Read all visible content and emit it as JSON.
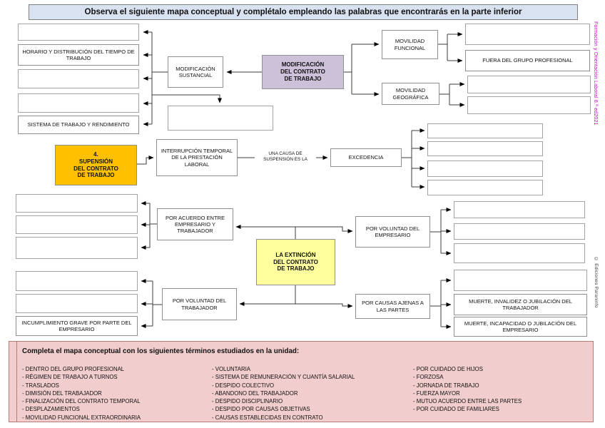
{
  "title": "Observa el siguiente mapa conceptual y complétalo empleando las palabras que encontrarás en la parte inferior",
  "nodes": {
    "horario": "HORARIO Y DISTRIBUCIÓN DEL TIEMPO DE TRABAJO",
    "sistema": "SISTEMA DE TRABAJO Y RENDIMIENTO",
    "mod_sustancial": "MODIFICACIÓN SUSTANCIAL",
    "mod_contrato": "MODIFICACIÓN\nDEL CONTRATO\nDE TRABAJO",
    "mov_funcional": "MOVILIDAD FUNCIONAL",
    "mov_geografica": "MOVILIDAD GEOGRÁFICA",
    "fuera_grupo": "FUERA DEL GRUPO PROFESIONAL",
    "suspension": "4.\nSUPENSIÓN\nDEL CONTRATO\nDE TRABAJO",
    "interrupcion": "INTERRUPCIÓN TEMPORAL DE LA PRESTACIÓN LABORAL",
    "una_causa": "UNA CAUSA DE SUSPENSIÓN ES LA",
    "excedencia": "EXCEDENCIA",
    "por_acuerdo": "POR ACUERDO ENTRE EMPRESARIO Y TRABAJADOR",
    "extincion": "LA EXTINCIÓN\nDEL CONTRATO\nDE TRABAJO",
    "por_voluntad_empresario": "POR VOLUNTAD DEL EMPRESARIO",
    "por_voluntad_trabajador": "POR VOLUNTAD DEL TRABAJADOR",
    "por_causas_ajenas": "POR CAUSAS AJENAS A LAS PARTES",
    "incumplimiento": "INCUMPLIMIENTO GRAVE POR PARTE DEL EMPRESARIO",
    "muerte_trabajador": "MUERTE, INVALIDEZ O JUBILACIÓN DEL TRABAJADOR",
    "muerte_empresario": "MUERTE, INCAPACIDAD O JUBILACIÓN DEL EMPRESARIO"
  },
  "word_bank": {
    "header": "Completa el mapa conceptual con los siguientes términos estudiados en la unidad:",
    "col1": [
      "- DENTRO DEL GRUPO PROFESIONAL",
      "- RÉGIMEN DE TRABAJO A TURNOS",
      "- TRASLADOS",
      "- DIMISIÓN DEL TRABAJADOR",
      "- FINALIZACIÓN DEL CONTRATO TEMPORAL",
      "- DESPLAZAMIENTOS",
      "- MOVILIDAD FUNCIONAL EXTRAORDINARIA"
    ],
    "col2": [
      "- VOLUNTARIA",
      "- SISTEMA DE REMUNERACIÓN Y CUANTÍA SALARIAL",
      "- DESPIDO COLECTIVO",
      "- ABANDONO DEL TRABAJADOR",
      "- DESPIDO DISCIPLINARIO",
      "- DESPIDO POR CAUSAS OBJETIVAS",
      "- CAUSAS ESTABLECIDAS EN CONTRATO"
    ],
    "col3": [
      "- POR CUIDADO DE HIJOS",
      "- FORZOSA",
      "- JORNADA DE TRABAJO",
      "- FUERZA MAYOR",
      "- MUTUO ACUERDO ENTRE LAS PARTES",
      "- POR CUIDADO DE FAMILIARES"
    ]
  },
  "credits": {
    "edition": "Formación y Orientación Laboral 8.ª ed2021",
    "publisher": "© Ediciones Paraninfo"
  },
  "colors": {
    "titlebar": "#d9e2f1",
    "purple_node": "#ccc1d9",
    "gold_node": "#ffc000",
    "yellow_node": "#ffff9e",
    "panel_pink": "#f2cdcd",
    "edition_text": "#cc00cc"
  }
}
